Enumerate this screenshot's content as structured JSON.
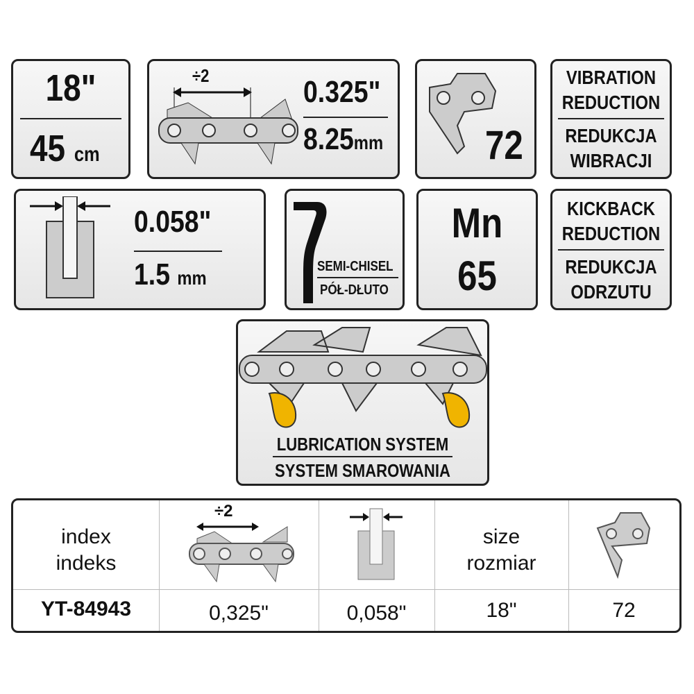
{
  "length": {
    "inches": "18\"",
    "cm_value": "45",
    "cm_unit": "cm"
  },
  "pitch": {
    "divisor": "÷2",
    "inches": "0.325\"",
    "mm_value": "8.25",
    "mm_unit": "mm"
  },
  "links": {
    "count": "72"
  },
  "vibration": {
    "en1": "VIBRATION",
    "en2": "REDUCTION",
    "pl1": "REDUKCJA",
    "pl2": "WIBRACJI"
  },
  "gauge": {
    "inches": "0.058\"",
    "mm_value": "1.5",
    "mm_unit": "mm"
  },
  "chisel": {
    "en": "SEMI-CHISEL",
    "pl": "PÓŁ-DŁUTO"
  },
  "steel": {
    "element": "Mn",
    "number": "65"
  },
  "kickback": {
    "en1": "KICKBACK",
    "en2": "REDUCTION",
    "pl1": "REDUKCJA",
    "pl2": "ODRZUTU"
  },
  "lubrication": {
    "en": "LUBRICATION SYSTEM",
    "pl": "SYSTEM SMAROWANIA"
  },
  "table": {
    "headers": {
      "index_en": "index",
      "index_pl": "indeks",
      "pitch_divisor": "÷2",
      "size_en": "size",
      "size_pl": "rozmiar"
    },
    "row": {
      "index": "YT-84943",
      "pitch": "0,325\"",
      "gauge": "0,058\"",
      "size": "18\"",
      "links": "72"
    }
  },
  "colors": {
    "border": "#222222",
    "panel": "#ececec",
    "oil": "#f0b400"
  }
}
